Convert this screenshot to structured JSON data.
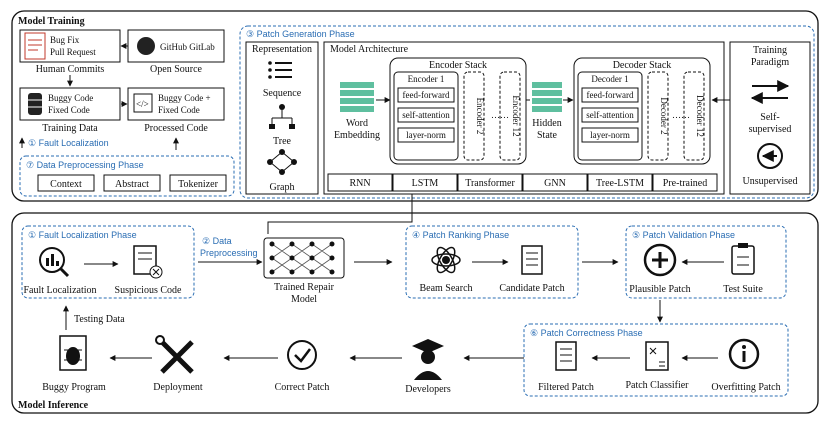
{
  "colors": {
    "phase_blue": "#2a6db3",
    "teal": "#5fbf9f",
    "bug_red": "#c0392b",
    "gray": "#888888"
  },
  "training": {
    "title": "Model Training",
    "bug_fix_line1": "Bug Fix",
    "bug_fix_line2": "Pull Request",
    "github_gitlab": "GitHub GitLab",
    "human_commits": "Human Commits",
    "open_source": "Open Source",
    "buggy_code": "Buggy Code",
    "fixed_code": "Fixed Code",
    "training_data": "Training Data",
    "processed_buggy": "Buggy Code +",
    "processed_fixed": "Fixed Code",
    "processed_code": "Processed Code",
    "fault_localization_link": "① Fault Localization",
    "preprocessing_phase": "⑦ Data Preprocessing Phase",
    "pre_items": [
      "Context",
      "Abstract",
      "Tokenizer"
    ]
  },
  "patch_gen": {
    "phase": "③ Patch Generation Phase",
    "representation": "Representation",
    "sequence": "Sequence",
    "tree": "Tree",
    "graph": "Graph",
    "model_architecture": "Model Architecture",
    "encoder_stack": "Encoder Stack",
    "decoder_stack": "Decoder Stack",
    "encoder1": "Encoder 1",
    "encoder2": "Encoder 2",
    "encoder12": "Encoder 12",
    "decoder1": "Decoder 1",
    "decoder2": "Decoder 2",
    "decoder12": "Decoder 12",
    "feed_forward": "feed-forward",
    "self_attention": "self-attention",
    "layer_norm": "layer-norm",
    "dots": "……",
    "word": "Word",
    "embedding": "Embedding",
    "hidden": "Hidden",
    "state": "State",
    "arch_items": [
      "RNN",
      "LSTM",
      "Transformer",
      "GNN",
      "Tree-LSTM",
      "Pre-trained"
    ],
    "training_paradigm_1": "Training",
    "training_paradigm_2": "Paradigm",
    "self_supervised_1": "Self-",
    "self_supervised_2": "supervised",
    "unsupervised": "Unsupervised"
  },
  "inference": {
    "title": "Model Inference",
    "fault_phase": "① Fault Localization Phase",
    "fault_localization": "Fault Localization",
    "suspicious_code": "Suspicious Code",
    "data_preproc_1": "② Data",
    "data_preproc_2": "Preprocessing",
    "trained_repair_1": "Trained Repair",
    "trained_repair_2": "Model",
    "ranking_phase": "④ Patch Ranking Phase",
    "beam_search": "Beam Search",
    "candidate_patch": "Candidate Patch",
    "validation_phase": "⑤ Patch Validation Phase",
    "plausible_patch": "Plausible Patch",
    "test_suite": "Test Suite",
    "correctness_phase": "⑥ Patch Correctness Phase",
    "filtered_patch": "Filtered Patch",
    "patch_classifier": "Patch Classifier",
    "overfitting_patch": "Overfitting Patch",
    "testing_data": "Testing Data",
    "buggy_program": "Buggy Program",
    "deployment": "Deployment",
    "correct_patch": "Correct Patch",
    "developers": "Developers"
  }
}
